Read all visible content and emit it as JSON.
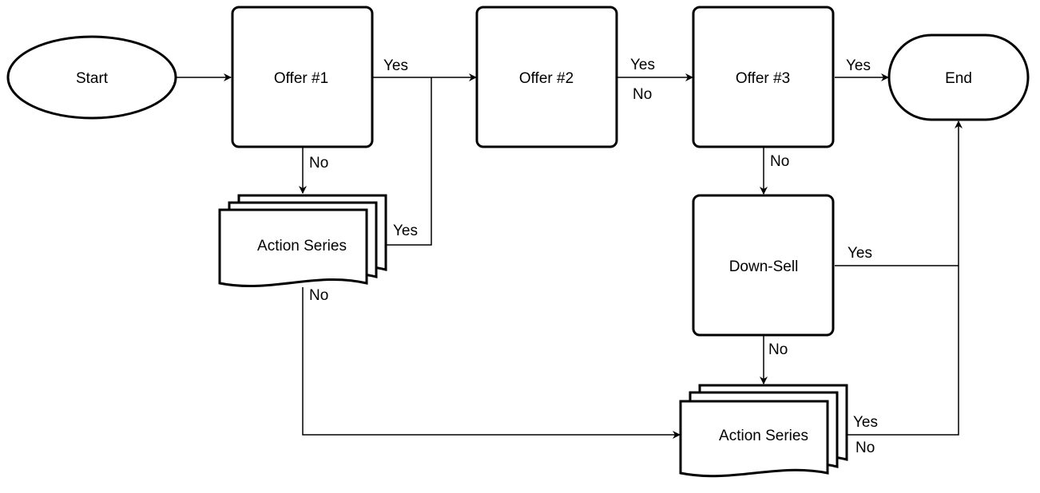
{
  "diagram": {
    "nodes": {
      "start": "Start",
      "offer1": "Offer #1",
      "offer2": "Offer #2",
      "offer3": "Offer #3",
      "end": "End",
      "action1": "Action Series",
      "downsell": "Down-Sell",
      "action2": "Action Series"
    },
    "edges": {
      "offer1_yes": "Yes",
      "offer1_no": "No",
      "action1_yes": "Yes",
      "action1_no": "No",
      "offer2_yes": "Yes",
      "offer2_no": "No",
      "offer3_yes": "Yes",
      "offer3_no": "No",
      "downsell_yes": "Yes",
      "downsell_no": "No",
      "action2_yes": "Yes",
      "action2_no": "No"
    },
    "colors": {
      "stroke": "#000000",
      "fill": "#ffffff",
      "background": "#ffffff"
    }
  }
}
